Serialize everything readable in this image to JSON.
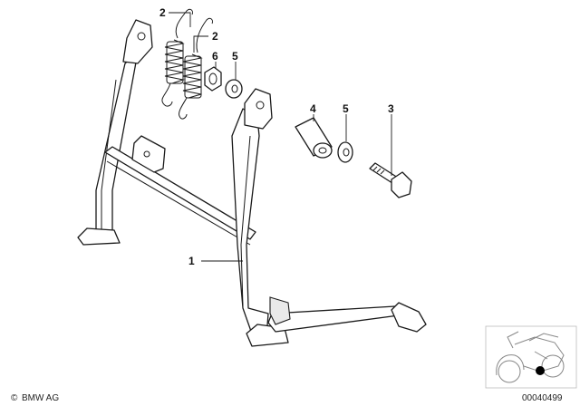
{
  "callouts": [
    {
      "id": "c2a",
      "label": "2",
      "part": "return-spring-left"
    },
    {
      "id": "c2b",
      "label": "2",
      "part": "return-spring-right"
    },
    {
      "id": "c6",
      "label": "6",
      "part": "nut"
    },
    {
      "id": "c5a",
      "label": "5",
      "part": "washer-upper"
    },
    {
      "id": "c4",
      "label": "4",
      "part": "bushing"
    },
    {
      "id": "c5b",
      "label": "5",
      "part": "washer-lower"
    },
    {
      "id": "c3",
      "label": "3",
      "part": "bolt"
    },
    {
      "id": "c1",
      "label": "1",
      "part": "center-stand"
    }
  ],
  "footer": {
    "copyright_symbol": "©",
    "brand": "BMW AG",
    "diagram_number": "00040499"
  },
  "thumbnail": {
    "icon": "motorcycle-locator-icon",
    "marker_color": "#000000"
  },
  "colors": {
    "line": "#1a1a1a",
    "background": "#ffffff"
  }
}
